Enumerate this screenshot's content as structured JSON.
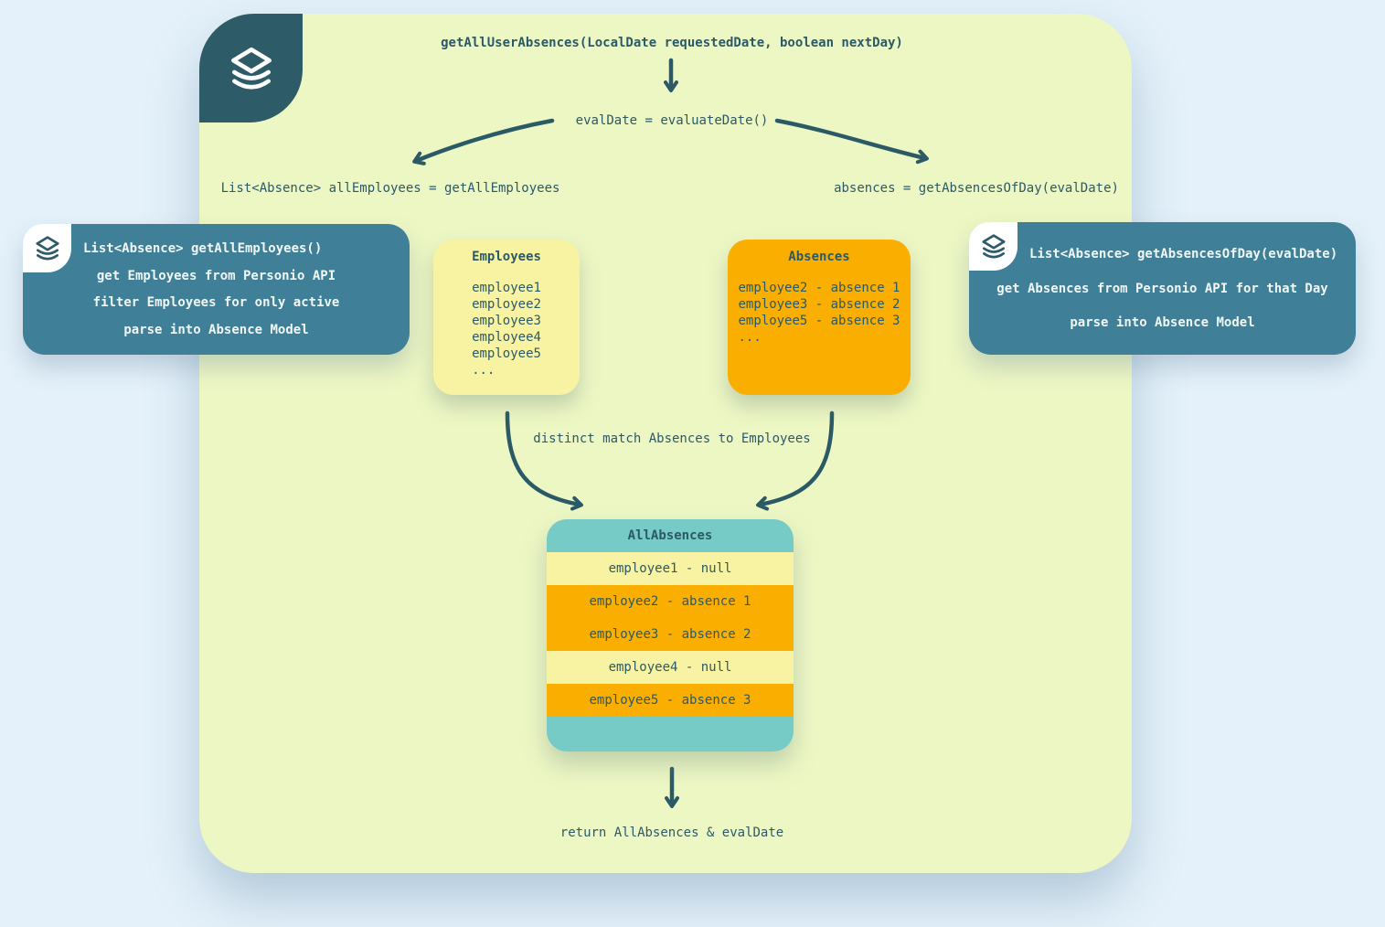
{
  "palette": {
    "background": "#e4f1fa",
    "container_green": "#edf7c4",
    "dark_teal": "#2b5a66",
    "note_teal": "#3f7f97",
    "row_yellow": "#f8f3a3",
    "row_orange": "#f9ae00",
    "header_cyan": "#76cbc7",
    "badge_white": "#ffffff"
  },
  "flow": {
    "title": "getAllUserAbsences(LocalDate requestedDate, boolean nextDay)",
    "eval_step": "evalDate = evaluateDate()",
    "left_branch": "List<Absence> allEmployees = getAllEmployees",
    "right_branch": "absences = getAbsencesOfDay(evalDate)",
    "match_step": "distinct match Absences to Employees",
    "return_step": "return AllAbsences & evalDate"
  },
  "left_note": {
    "title": "List<Absence> getAllEmployees()",
    "lines": [
      "get Employees from Personio API",
      "filter Employees for only active",
      "parse into Absence Model"
    ]
  },
  "right_note": {
    "title": "List<Absence> getAbsencesOfDay(evalDate)",
    "lines": [
      "get Absences from Personio API for that Day",
      "parse into Absence Model"
    ]
  },
  "employees_card": {
    "title": "Employees",
    "items": [
      "employee1",
      "employee2",
      "employee3",
      "employee4",
      "employee5",
      "..."
    ]
  },
  "absences_card": {
    "title": "Absences",
    "items": [
      "employee2 - absence 1",
      "employee3 - absence 2",
      "employee5 - absence 3",
      "..."
    ]
  },
  "all_absences": {
    "title": "AllAbsences",
    "rows": [
      {
        "text": "employee1 - null",
        "type": "null"
      },
      {
        "text": "employee2 - absence 1",
        "type": "absence"
      },
      {
        "text": "employee3 - absence 2",
        "type": "absence"
      },
      {
        "text": "employee4 - null",
        "type": "null"
      },
      {
        "text": "employee5 - absence 3",
        "type": "absence"
      }
    ]
  },
  "icons": {
    "corner": "layers-icon",
    "left_note_badge": "layers-icon",
    "right_note_badge": "layers-icon"
  }
}
